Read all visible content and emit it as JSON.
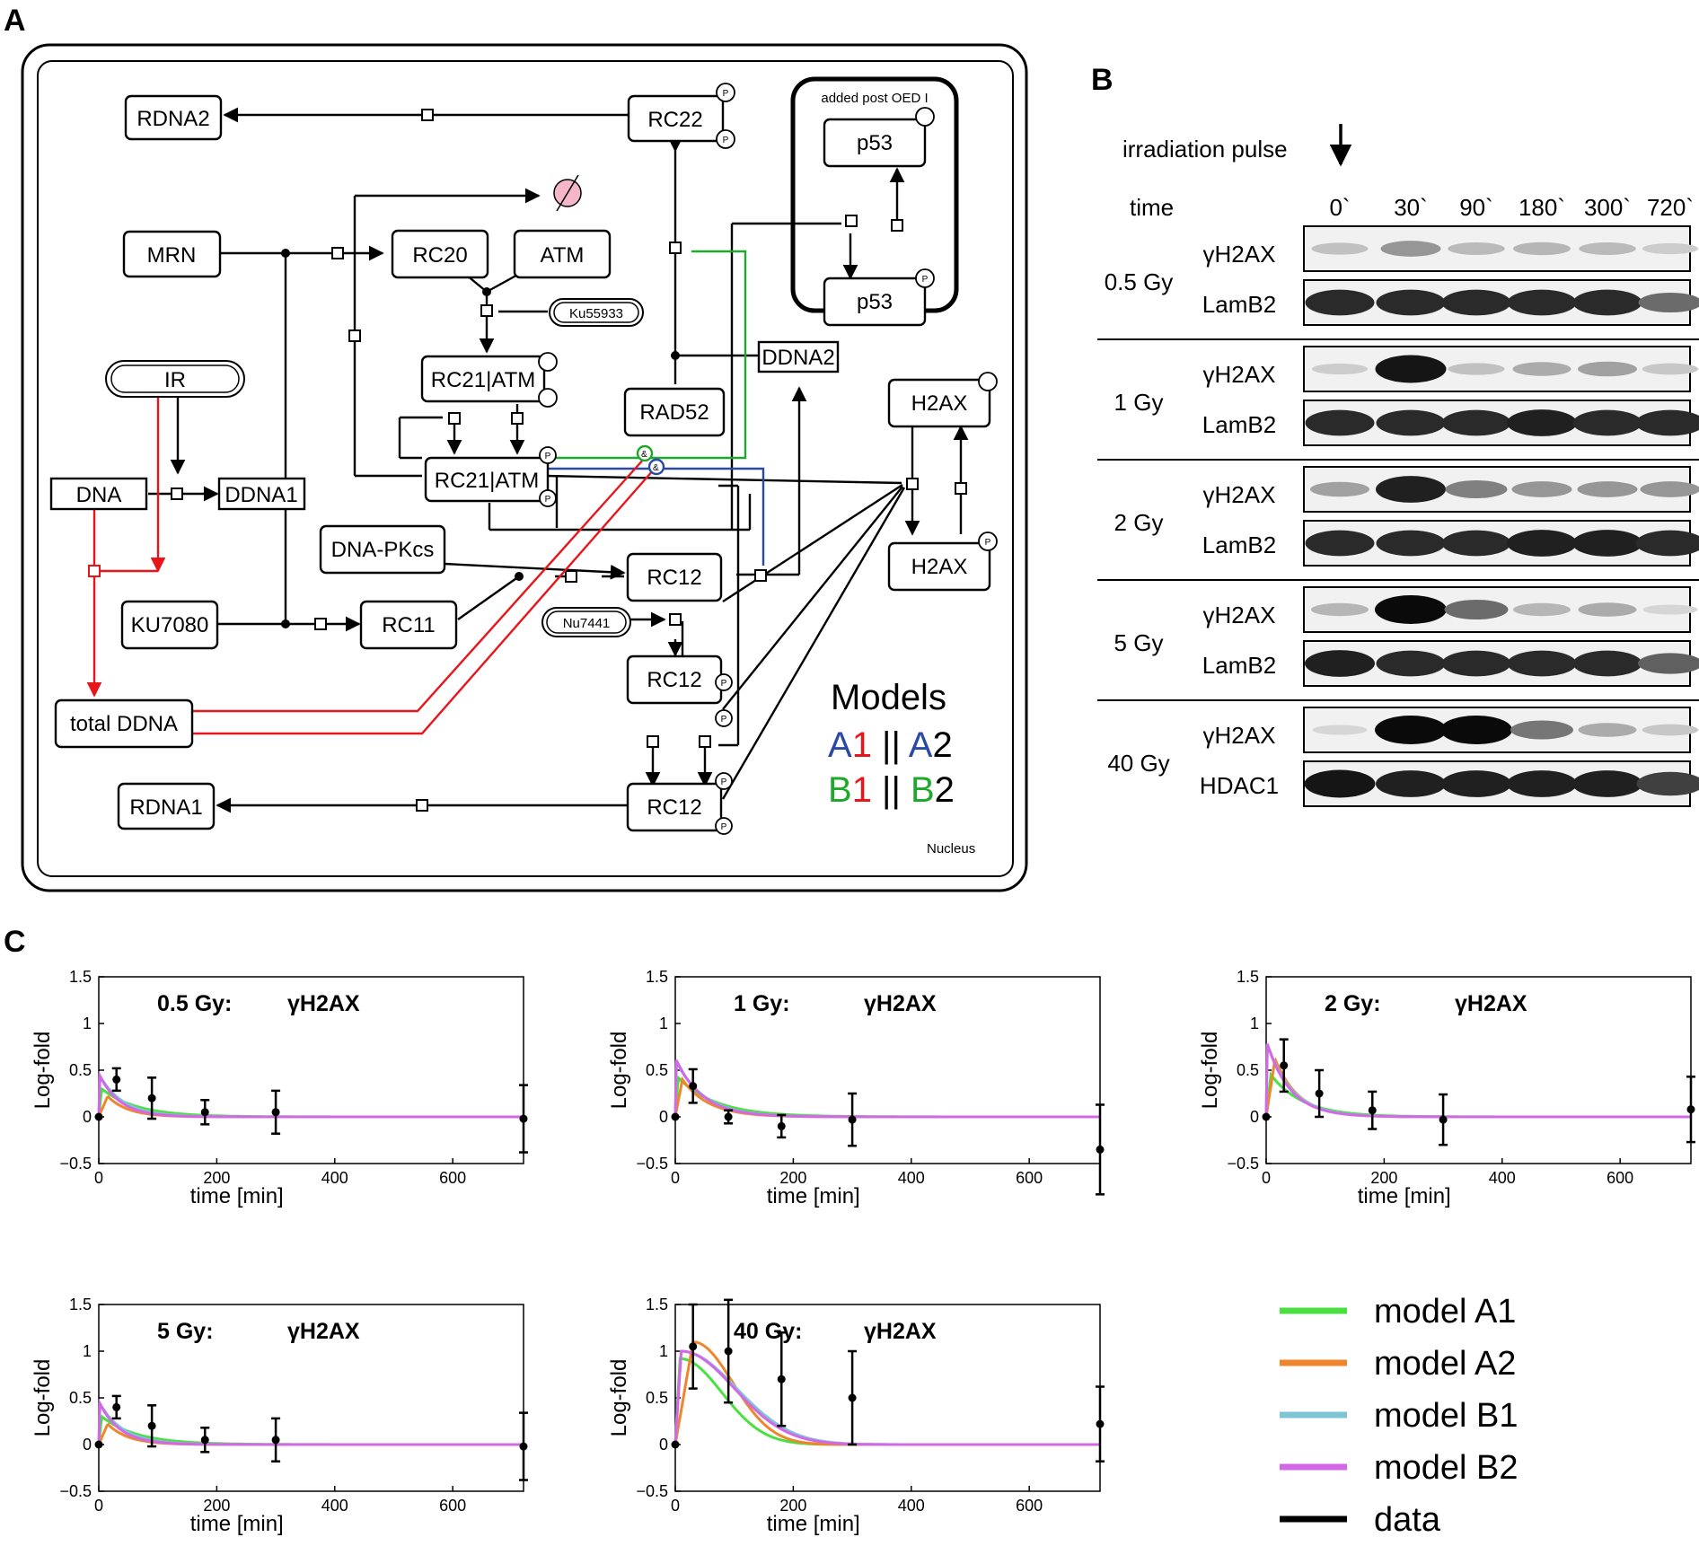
{
  "panels": {
    "a": "A",
    "b": "B",
    "c": "C"
  },
  "diagram": {
    "nodes": {
      "rdna2": "RDNA2",
      "rc22": "RC22",
      "mrn": "MRN",
      "rc20": "RC20",
      "atm": "ATM",
      "ku55933": "Ku55933",
      "ir": "IR",
      "rc21atm_top": "RC21|ATM",
      "rc21atm": "RC21|ATM",
      "rad52": "RAD52",
      "ddna2": "DDNA2",
      "dna": "DNA",
      "ddna1": "DDNA1",
      "dnapkcs": "DNA-PKcs",
      "rc12a": "RC12",
      "nu7441": "Nu7441",
      "ku7080": "KU7080",
      "rc11": "RC11",
      "rc12b": "RC12",
      "total_ddna": "total DDNA",
      "rdna1": "RDNA1",
      "rc12c": "RC12",
      "h2ax_top": "H2AX",
      "h2ax_bottom": "H2AX",
      "p53_top": "p53",
      "p53_bottom": "p53"
    },
    "p53_box_title": "added post OED I",
    "nucleus": "Nucleus",
    "phospho": "P",
    "and_symbol": "&",
    "models_title": "Models",
    "models_line1": {
      "a": "A",
      "n1": "1",
      "sep": " || ",
      "b": "A",
      "n2": "2"
    },
    "models_line2": {
      "a": "B",
      "n1": "1",
      "sep": " || ",
      "b": "B",
      "n2": "2"
    },
    "colors": {
      "green": "#1ea82c",
      "blue": "#2a49a5",
      "red": "#e8151b",
      "pink": "#f4b6c8"
    }
  },
  "western": {
    "irradiation_label": "irradiation pulse",
    "time_label": "time",
    "timepoints": [
      "0`",
      "30`",
      "90`",
      "180`",
      "300`",
      "720`"
    ],
    "rows": [
      {
        "dose": "0.5 Gy",
        "top": "γH2AX",
        "bottom": "LamB2",
        "intensity": [
          0.15,
          0.35,
          0.18,
          0.2,
          0.18,
          0.1
        ],
        "control": [
          0.85,
          0.85,
          0.85,
          0.85,
          0.85,
          0.55
        ]
      },
      {
        "dose": "1 Gy",
        "top": "γH2AX",
        "bottom": "LamB2",
        "intensity": [
          0.1,
          0.95,
          0.15,
          0.25,
          0.3,
          0.12
        ],
        "control": [
          0.85,
          0.85,
          0.85,
          0.9,
          0.85,
          0.85
        ]
      },
      {
        "dose": "2 Gy",
        "top": "γH2AX",
        "bottom": "LamB2",
        "intensity": [
          0.3,
          0.9,
          0.45,
          0.35,
          0.35,
          0.35
        ],
        "control": [
          0.85,
          0.85,
          0.85,
          0.9,
          0.9,
          0.85
        ]
      },
      {
        "dose": "5 Gy",
        "top": "γH2AX",
        "bottom": "LamB2",
        "intensity": [
          0.2,
          1.0,
          0.55,
          0.2,
          0.25,
          0.05
        ],
        "control": [
          0.9,
          0.85,
          0.85,
          0.85,
          0.85,
          0.6
        ]
      },
      {
        "dose": "40 Gy",
        "top": "γH2AX",
        "bottom": "HDAC1",
        "intensity": [
          0.05,
          1.0,
          1.0,
          0.5,
          0.25,
          0.12
        ],
        "control": [
          0.95,
          0.9,
          0.9,
          0.9,
          0.9,
          0.75
        ]
      }
    ]
  },
  "legend": [
    {
      "label": "model A1",
      "color": "#4be042"
    },
    {
      "label": "model A2",
      "color": "#f0862c"
    },
    {
      "label": "model B1",
      "color": "#7ec6d6"
    },
    {
      "label": "model B2",
      "color": "#d268e6"
    },
    {
      "label": "data",
      "color": "#000000"
    }
  ],
  "chart_data": [
    {
      "type": "line",
      "title_dose": "0.5 Gy:",
      "title_species": "γH2AX",
      "xlabel": "time [min]",
      "ylabel": "Log-fold",
      "xlim": [
        0,
        720
      ],
      "ylim": [
        -0.5,
        1.5
      ],
      "xticks": [
        "0",
        "200",
        "400",
        "600"
      ],
      "yticks": [
        "−0.5",
        "0",
        "0.5",
        "1",
        "1.5"
      ],
      "series": [
        {
          "name": "model A1",
          "peak": 0.3,
          "tpeak": 5,
          "tau": 60
        },
        {
          "name": "model A2",
          "peak": 0.22,
          "tpeak": 15,
          "tau": 35
        },
        {
          "name": "model B1",
          "peak": 0.45,
          "tpeak": 1,
          "tau": 40
        },
        {
          "name": "model B2",
          "peak": 0.45,
          "tpeak": 1,
          "tau": 35
        }
      ],
      "data": {
        "x": [
          0,
          30,
          90,
          180,
          300,
          720
        ],
        "y": [
          0,
          0.4,
          0.2,
          0.05,
          0.05,
          -0.02
        ],
        "err": [
          0,
          0.12,
          0.22,
          0.13,
          0.23,
          0.36
        ]
      }
    },
    {
      "type": "line",
      "title_dose": "1 Gy:",
      "title_species": "γH2AX",
      "xlabel": "time [min]",
      "ylabel": "Log-fold",
      "xlim": [
        0,
        720
      ],
      "ylim": [
        -0.5,
        1.5
      ],
      "xticks": [
        "0",
        "200",
        "400",
        "600"
      ],
      "yticks": [
        "−0.5",
        "0",
        "0.5",
        "1",
        "1.5"
      ],
      "series": [
        {
          "name": "model A1",
          "peak": 0.42,
          "tpeak": 5,
          "tau": 65
        },
        {
          "name": "model A2",
          "peak": 0.4,
          "tpeak": 12,
          "tau": 45
        },
        {
          "name": "model B1",
          "peak": 0.6,
          "tpeak": 1,
          "tau": 48
        },
        {
          "name": "model B2",
          "peak": 0.62,
          "tpeak": 1,
          "tau": 45
        }
      ],
      "data": {
        "x": [
          0,
          30,
          90,
          180,
          300,
          720
        ],
        "y": [
          0,
          0.33,
          0.0,
          -0.1,
          -0.03,
          -0.35
        ],
        "err": [
          0,
          0.18,
          0.07,
          0.12,
          0.28,
          0.48
        ]
      }
    },
    {
      "type": "line",
      "title_dose": "2 Gy:",
      "title_species": "γH2AX",
      "xlabel": "time [min]",
      "ylabel": "Log-fold",
      "xlim": [
        0,
        720
      ],
      "ylim": [
        -0.5,
        1.5
      ],
      "xticks": [
        "0",
        "200",
        "400",
        "600"
      ],
      "yticks": [
        "−0.5",
        "0",
        "0.5",
        "1",
        "1.5"
      ],
      "series": [
        {
          "name": "model A1",
          "peak": 0.45,
          "tpeak": 8,
          "tau": 55
        },
        {
          "name": "model A2",
          "peak": 0.62,
          "tpeak": 15,
          "tau": 40
        },
        {
          "name": "model B1",
          "peak": 0.8,
          "tpeak": 1,
          "tau": 42
        },
        {
          "name": "model B2",
          "peak": 0.8,
          "tpeak": 1,
          "tau": 40
        }
      ],
      "data": {
        "x": [
          0,
          30,
          90,
          180,
          300,
          720
        ],
        "y": [
          0,
          0.55,
          0.25,
          0.07,
          -0.03,
          0.08
        ],
        "err": [
          0,
          0.28,
          0.25,
          0.2,
          0.27,
          0.35
        ]
      }
    },
    {
      "type": "line",
      "title_dose": "5 Gy:",
      "title_species": "γH2AX",
      "xlabel": "time [min]",
      "ylabel": "Log-fold",
      "xlim": [
        0,
        720
      ],
      "ylim": [
        -0.5,
        1.5
      ],
      "xticks": [
        "0",
        "200",
        "400",
        "600"
      ],
      "yticks": [
        "−0.5",
        "0",
        "0.5",
        "1",
        "1.5"
      ],
      "series": [
        {
          "name": "model A1",
          "peak": 0.3,
          "tpeak": 5,
          "tau": 60
        },
        {
          "name": "model A2",
          "peak": 0.22,
          "tpeak": 15,
          "tau": 35
        },
        {
          "name": "model B1",
          "peak": 0.45,
          "tpeak": 1,
          "tau": 40
        },
        {
          "name": "model B2",
          "peak": 0.45,
          "tpeak": 1,
          "tau": 35
        }
      ],
      "data": {
        "x": [
          0,
          30,
          90,
          180,
          300,
          720
        ],
        "y": [
          0,
          0.4,
          0.2,
          0.05,
          0.05,
          -0.02
        ],
        "err": [
          0,
          0.12,
          0.22,
          0.13,
          0.23,
          0.36
        ]
      }
    },
    {
      "type": "line",
      "title_dose": "40 Gy:",
      "title_species": "γH2AX",
      "xlabel": "time [min]",
      "ylabel": "Log-fold",
      "xlim": [
        0,
        720
      ],
      "ylim": [
        -0.5,
        1.5
      ],
      "xticks": [
        "0",
        "200",
        "400",
        "600"
      ],
      "yticks": [
        "−0.5",
        "0",
        "0.5",
        "1",
        "1.5"
      ],
      "series": [
        {
          "name": "model A1",
          "peak": 0.92,
          "tpeak": 8,
          "tau": 95,
          "shape": "plateau"
        },
        {
          "name": "model A2",
          "peak": 1.1,
          "tpeak": 30,
          "tau": 90,
          "shape": "plateau"
        },
        {
          "name": "model B1",
          "peak": 1.0,
          "tpeak": 10,
          "tau": 125,
          "shape": "plateau"
        },
        {
          "name": "model B2",
          "peak": 1.0,
          "tpeak": 10,
          "tau": 120,
          "shape": "plateau"
        }
      ],
      "data": {
        "x": [
          0,
          30,
          90,
          180,
          300,
          720
        ],
        "y": [
          0,
          1.05,
          1.0,
          0.7,
          0.5,
          0.22
        ],
        "err": [
          0,
          0.45,
          0.55,
          0.5,
          0.5,
          0.4
        ]
      }
    }
  ]
}
